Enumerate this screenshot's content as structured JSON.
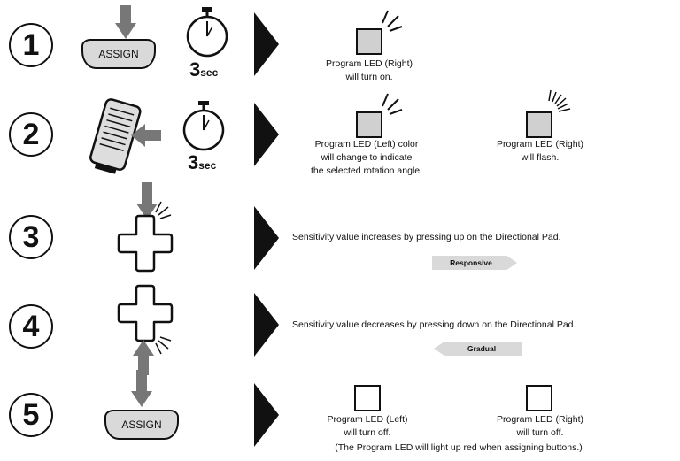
{
  "steps": [
    {
      "number": "1",
      "button_label": "ASSIGN",
      "timer": {
        "value": "3",
        "unit": "sec"
      },
      "captions": [
        {
          "line1": "Program LED (Right)",
          "line2": "will turn on."
        }
      ]
    },
    {
      "number": "2",
      "timer": {
        "value": "3",
        "unit": "sec"
      },
      "captions": [
        {
          "line1": "Program LED (Left) color",
          "line2": "will change to indicate",
          "line3": "the selected rotation angle."
        },
        {
          "line1": "Program LED (Right)",
          "line2": "will flash."
        }
      ]
    },
    {
      "number": "3",
      "description": "Sensitivity value increases by pressing up on the Directional Pad.",
      "badge": "Responsive"
    },
    {
      "number": "4",
      "description": "Sensitivity value decreases by pressing down on the Directional Pad.",
      "badge": "Gradual"
    },
    {
      "number": "5",
      "button_label": "ASSIGN",
      "captions": [
        {
          "line1": "Program LED (Left)",
          "line2": "will turn off."
        },
        {
          "line1": "Program LED (Right)",
          "line2": "will turn off."
        }
      ],
      "note": "(The Program LED will light up red when assigning buttons.)"
    }
  ],
  "icons": [
    "down-arrow-icon",
    "stopwatch-icon",
    "play-triangle-icon",
    "led-indicator-icon",
    "led-glow-icon",
    "directional-pad-icon",
    "up-arrow-icon",
    "left-arrow-icon",
    "right-arrow-icon",
    "joystick-module-icon"
  ],
  "colors": {
    "led_on": "#d0d0d0",
    "led_off": "#ffffff",
    "arrow": "#777777",
    "ink": "#111111",
    "badge": "#d9d9d9"
  }
}
